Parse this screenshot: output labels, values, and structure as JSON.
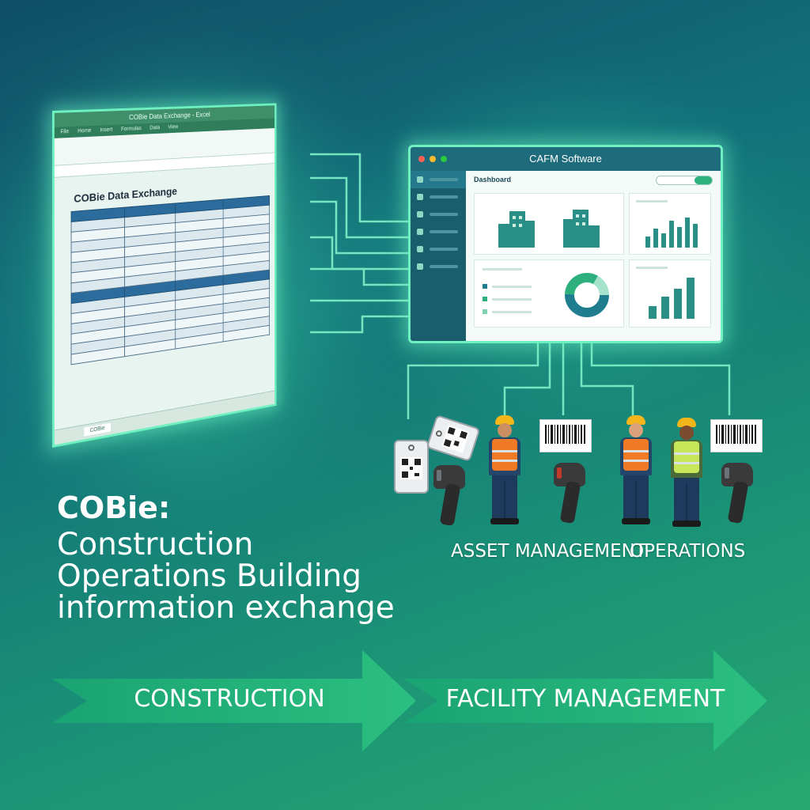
{
  "spreadsheet": {
    "title": "COBie Data Exchange",
    "window_title": "COBie Data Exchange - Excel",
    "sheet_tab": "COBie"
  },
  "cafm": {
    "title": "CAFM Software",
    "dashboard_label": "Dashboard",
    "colors": {
      "primary": "#1e6b7c",
      "accent": "#2db07e",
      "chart": "#1f7d8f"
    }
  },
  "labels": {
    "asset_management": "ASSET MANAGEMENT",
    "operations": "OPERATIONS"
  },
  "headline": {
    "title": "COBie:",
    "line1": "Construction",
    "line2": "Operations Building",
    "line3": "information exchange"
  },
  "arrows": {
    "construction": "CONSTRUCTION",
    "facility_management": "FACILITY MANAGEMENT"
  }
}
